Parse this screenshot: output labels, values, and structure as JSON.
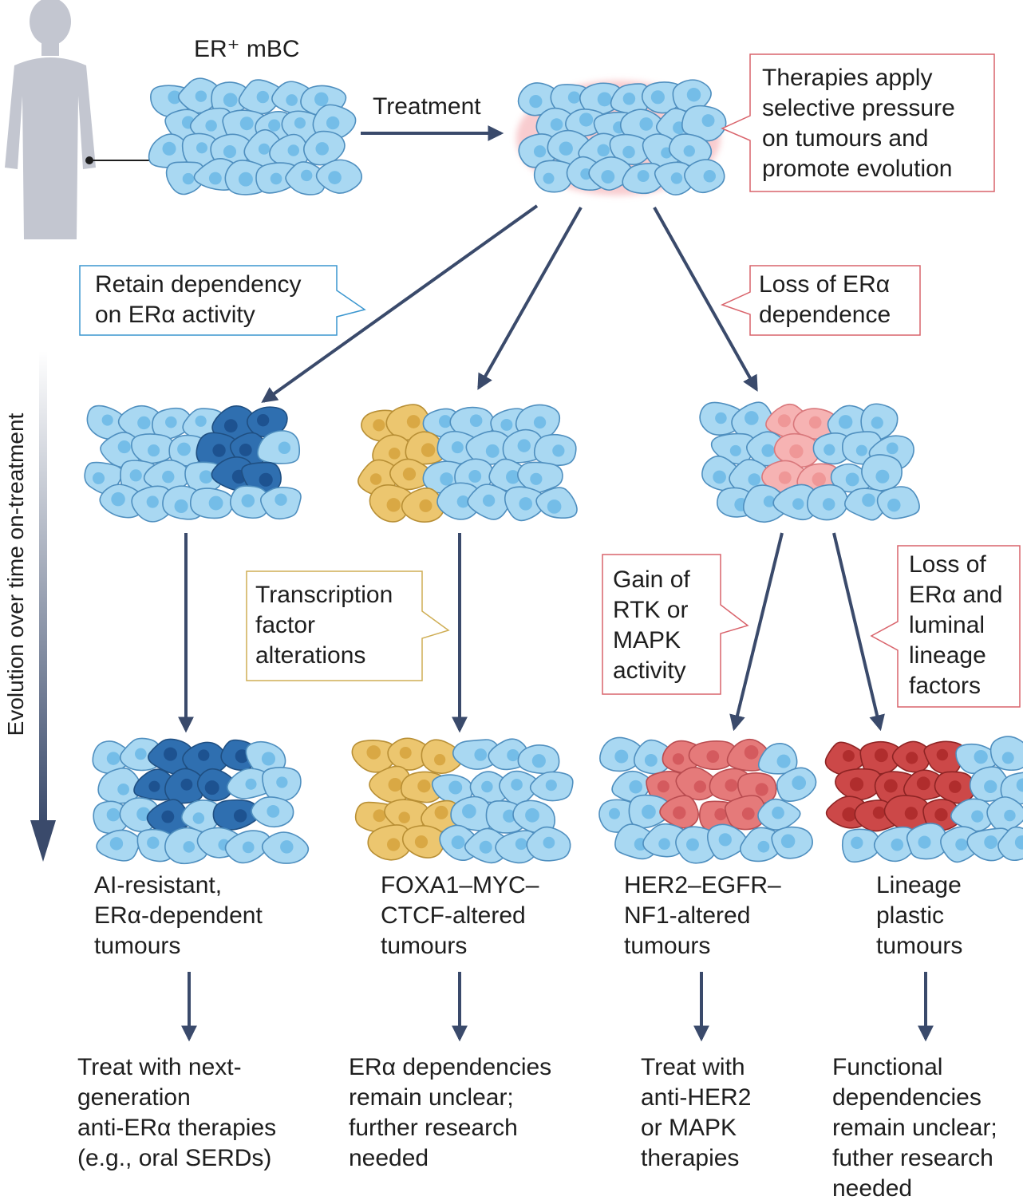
{
  "labels": {
    "er_mbc": "ER⁺ mBC",
    "treatment": "Treatment",
    "selective_pressure": "Therapies apply\nselective pressure\non tumours and\npromote evolution",
    "retain_dependency": "Retain dependency\non ERα activity",
    "loss_er_dependence": "Loss of ERα\ndependence",
    "tf_alterations": "Transcription\nfactor\nalterations",
    "gain_rtk_mapk": "Gain of\nRTK or\nMAPK\nactivity",
    "loss_er_luminal": "Loss of\nERα and\nluminal\nlineage\nfactors",
    "evolution_axis": "Evolution over time on-treatment"
  },
  "outcomes": [
    {
      "name": "AI-resistant,\nERα-dependent\ntumours",
      "therapy": "Treat with next-\ngeneration\nanti-ERα therapies\n(e.g., oral SERDs)"
    },
    {
      "name": "FOXA1–MYC–\nCTCF-altered\ntumours",
      "therapy": "ERα dependencies\nremain unclear;\nfurther research\nneeded"
    },
    {
      "name": "HER2–EGFR–\nNF1-altered\ntumours",
      "therapy": "Treat with\nanti-HER2\nor MAPK\ntherapies"
    },
    {
      "name": "Lineage\nplastic\ntumours",
      "therapy": "Functional\ndependencies\nremain unclear;\nfuther research\nneeded"
    }
  ],
  "colors": {
    "arrow": "#3a4a6b",
    "cell_blue": "#a9d8f2",
    "cell_blue_edge": "#4f8fbf",
    "cell_dark_blue": "#2f6fb0",
    "cell_yellow": "#ecc66f",
    "cell_pink": "#f6b3b3",
    "cell_salmon": "#e57a7a",
    "cell_red": "#cc4848",
    "callout_blue": "#3a96cf",
    "callout_yellow": "#cfae55",
    "callout_red": "#d9636b",
    "silhouette": "#c3c6d0"
  }
}
